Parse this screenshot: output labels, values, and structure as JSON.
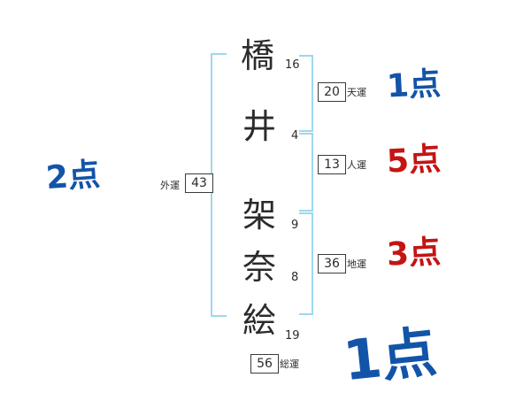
{
  "name_characters": [
    {
      "char": "橋",
      "strokes": "16"
    },
    {
      "char": "井",
      "strokes": "4"
    },
    {
      "char": "架",
      "strokes": "9"
    },
    {
      "char": "奈",
      "strokes": "8"
    },
    {
      "char": "絵",
      "strokes": "19"
    }
  ],
  "fortunes": {
    "ten": {
      "label": "天運",
      "value": "20",
      "score": "1点"
    },
    "jin": {
      "label": "人運",
      "value": "13",
      "score": "5点"
    },
    "chi": {
      "label": "地運",
      "value": "36",
      "score": "3点"
    },
    "gai": {
      "label": "外運",
      "value": "43",
      "score": "2点"
    },
    "sou": {
      "label": "総運",
      "value": "56",
      "score": "1点"
    }
  },
  "colors": {
    "score_blue": "#1254a8",
    "score_red": "#c41414",
    "bracket_blue": "#9dd7ee"
  }
}
